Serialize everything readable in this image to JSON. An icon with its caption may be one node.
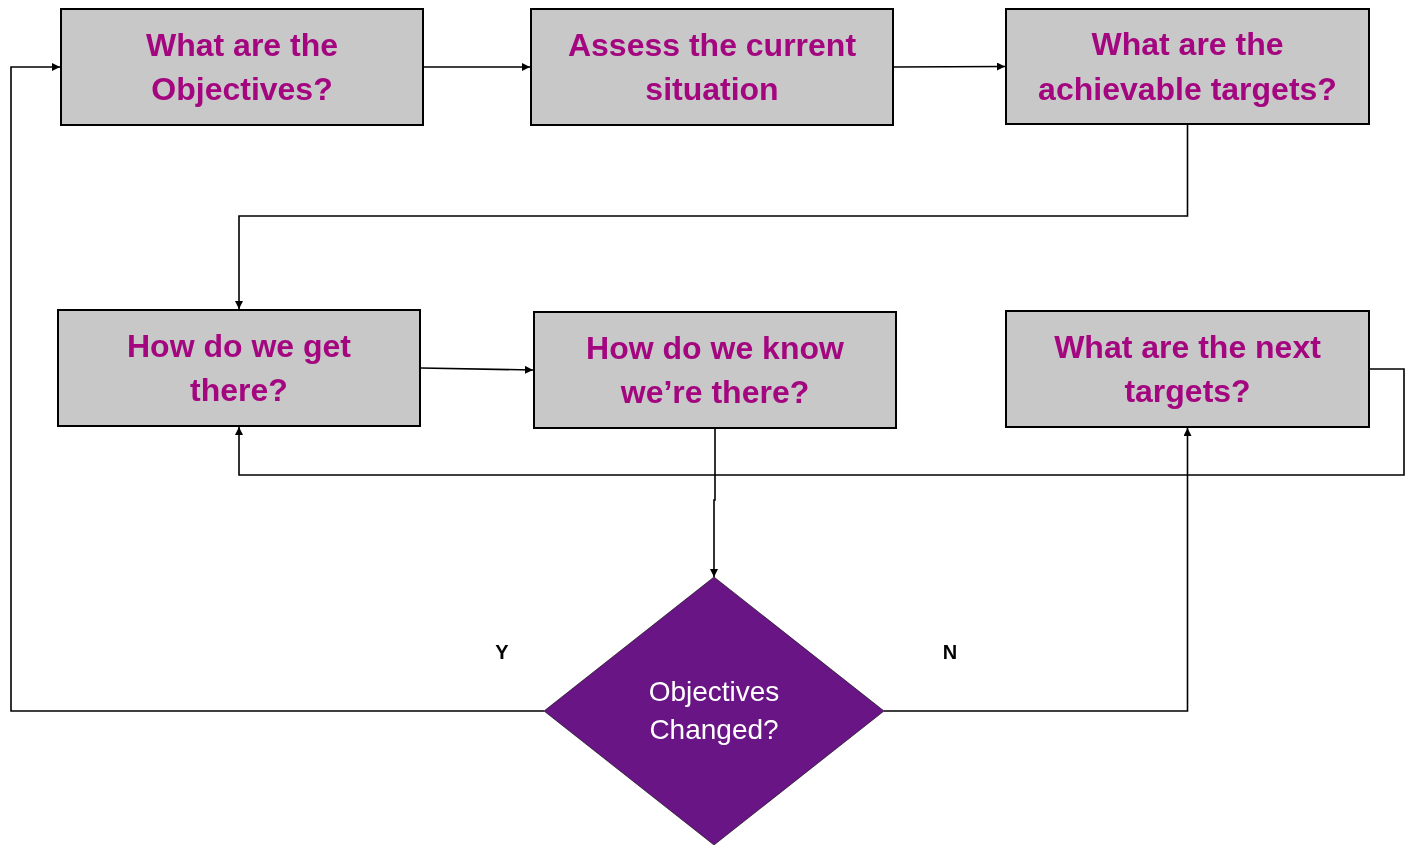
{
  "diagram": {
    "nodes": [
      {
        "text": [
          "What are the Objectives?"
        ]
      },
      {
        "text": [
          "Assess the current situation"
        ]
      },
      {
        "text": [
          "What are the achievable targets?"
        ]
      },
      {
        "text": [
          "How do we get there?"
        ]
      },
      {
        "text": [
          "How do we know we’re there?"
        ]
      },
      {
        "text": [
          "What are the next targets?"
        ]
      },
      {
        "text": [
          "Objectives Changed?"
        ]
      }
    ],
    "edges": [
      {
        "from": 0,
        "to": 1,
        "arrow": "to"
      },
      {
        "from": 1,
        "to": 2,
        "arrow": "to"
      },
      {
        "from": 2,
        "to": 3,
        "arrow": "to"
      },
      {
        "from": 3,
        "to": 4,
        "arrow": "to"
      },
      {
        "from": 4,
        "to": 6,
        "arrow": "to"
      },
      {
        "from": 6,
        "to": 0,
        "arrow": "to",
        "label": "Y"
      },
      {
        "from": 6,
        "to": 5,
        "arrow": "to",
        "label": "N"
      },
      {
        "from": 5,
        "to": 3,
        "arrow": "to"
      }
    ]
  }
}
